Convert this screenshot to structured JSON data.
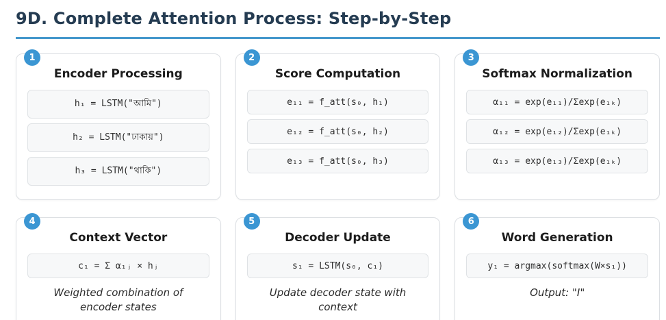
{
  "page": {
    "title": "9D. Complete Attention Process: Step-by-Step"
  },
  "colors": {
    "accent_blue": "#3b96d3",
    "underline_blue": "#4598cc",
    "title_navy": "#253c52"
  },
  "steps": [
    {
      "number": "1",
      "title": "Encoder Processing",
      "formulas": [
        "h₁ = LSTM(\"আমি\")",
        "h₂ = LSTM(\"ঢাকায়\")",
        "h₃ = LSTM(\"থাকি\")"
      ],
      "note": ""
    },
    {
      "number": "2",
      "title": "Score Computation",
      "formulas": [
        "e₁₁ = f_att(s₀, h₁)",
        "e₁₂ = f_att(s₀, h₂)",
        "e₁₃ = f_att(s₀, h₃)"
      ],
      "note": ""
    },
    {
      "number": "3",
      "title": "Softmax Normalization",
      "formulas": [
        "α₁₁ = exp(e₁₁)/Σexp(e₁ₖ)",
        "α₁₂ = exp(e₁₂)/Σexp(e₁ₖ)",
        "α₁₃ = exp(e₁₃)/Σexp(e₁ₖ)"
      ],
      "note": ""
    },
    {
      "number": "4",
      "title": "Context Vector",
      "formulas": [
        "c₁ = Σ α₁ⱼ × hⱼ"
      ],
      "note": "Weighted combination of encoder states"
    },
    {
      "number": "5",
      "title": "Decoder Update",
      "formulas": [
        "s₁ = LSTM(s₀, c₁)"
      ],
      "note": "Update decoder state with context"
    },
    {
      "number": "6",
      "title": "Word Generation",
      "formulas": [
        "y₁ = argmax(softmax(W×s₁))"
      ],
      "note": "Output: \"I\""
    }
  ]
}
